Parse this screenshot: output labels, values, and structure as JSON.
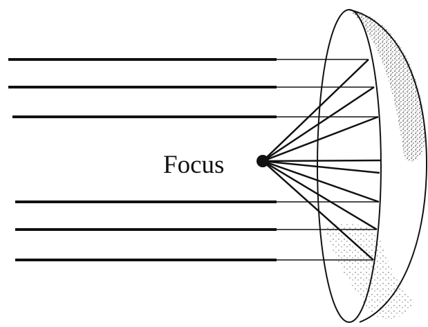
{
  "diagram": {
    "focus_label": "Focus",
    "colors": {
      "ink": "#111111",
      "stipple": "#555555",
      "background": "#ffffff"
    },
    "incoming_ray_count": 6,
    "reflected_ray_count": 8
  }
}
